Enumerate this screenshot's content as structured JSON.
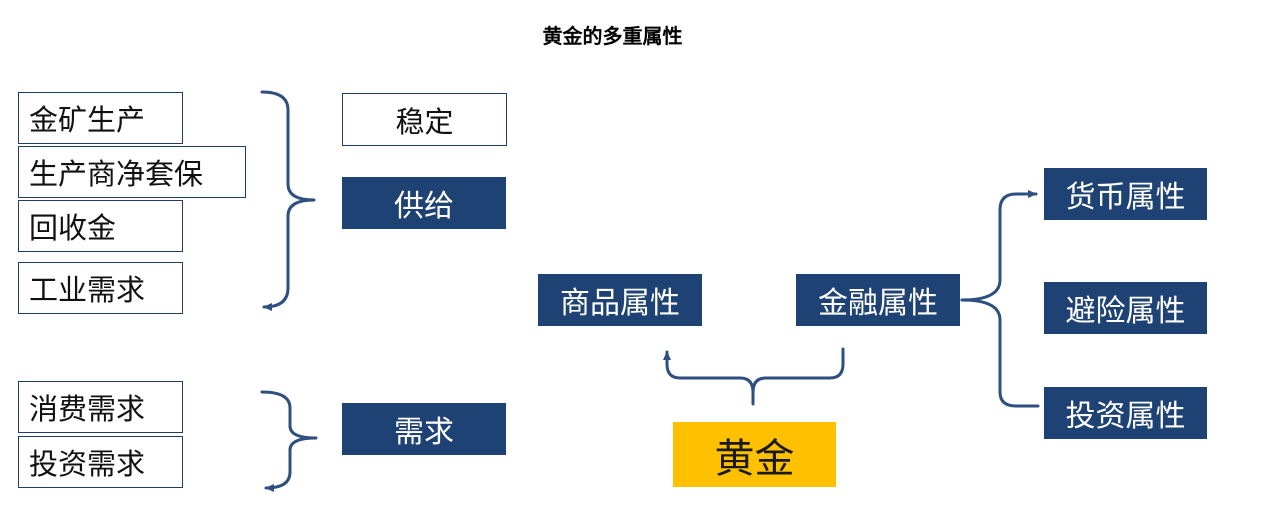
{
  "title": "黄金的多重属性",
  "supply_factors": [
    "金矿生产",
    "生产商净套保",
    "回收金",
    "工业需求"
  ],
  "demand_factors": [
    "消费需求",
    "投资需求"
  ],
  "stable_label": "稳定",
  "supply_label": "供给",
  "demand_label": "需求",
  "commodity_label": "商品属性",
  "financial_label": "金融属性",
  "gold_label": "黄金",
  "financial_sub": [
    "货币属性",
    "避险属性",
    "投资属性"
  ],
  "colors": {
    "navy": "#1f4275",
    "gold": "#ffc000",
    "connector": "#2e4f80"
  }
}
